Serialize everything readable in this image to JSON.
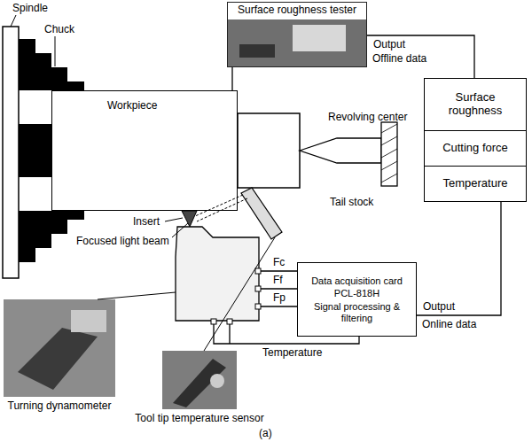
{
  "diagram": {
    "nodes": [
      {
        "text": [
          "Surface roughness tester"
        ]
      },
      {
        "text": [
          "Surface roughness",
          "Cutting force",
          "Temperature"
        ]
      },
      {
        "text": [
          "Workpiece"
        ]
      },
      {
        "text": [
          "Data acquisition card",
          "PCL-818H",
          "Signal processing & filtering"
        ]
      },
      {
        "text": [
          "Turning dynamometer"
        ]
      },
      {
        "text": [
          "Tool tip temperature sensor"
        ]
      }
    ],
    "edges": [
      {
        "from": 2,
        "to": 0,
        "arrow": "none"
      },
      {
        "from": 0,
        "to": 1,
        "label": "Output",
        "arrow": "none"
      },
      {
        "from": 3,
        "to": 1,
        "label": "Output",
        "arrow": "none"
      }
    ],
    "labels": [
      "Spindle",
      "Chuck",
      "Revolving center",
      "Tail stock",
      "Insert",
      "Focused light beam",
      "Offline data",
      "Online data",
      "Fc",
      "Ff",
      "Fp",
      "Temperature",
      "(a)"
    ]
  }
}
